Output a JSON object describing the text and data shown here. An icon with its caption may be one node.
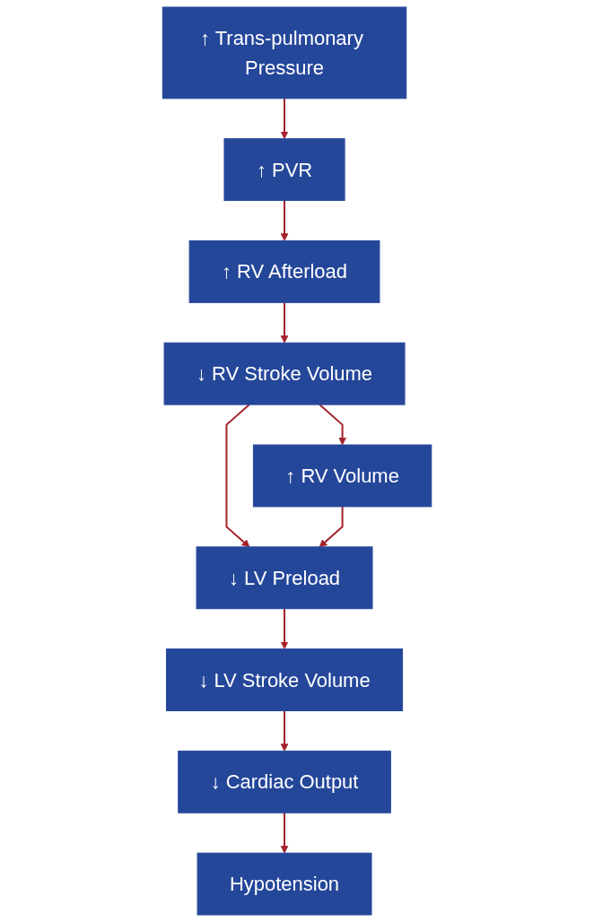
{
  "diagram": {
    "nodes": [
      {
        "text": [
          "↑ Trans-pulmonary Pressure"
        ]
      },
      {
        "text": [
          "↑ PVR"
        ]
      },
      {
        "text": [
          "↑ RV Afterload"
        ]
      },
      {
        "text": [
          "↓ RV Stroke Volume"
        ]
      },
      {
        "text": [
          "↑ RV Volume"
        ]
      },
      {
        "text": [
          "↓ LV Preload"
        ]
      },
      {
        "text": [
          "↓ LV Stroke Volume"
        ]
      },
      {
        "text": [
          "↓ Cardiac Output"
        ]
      },
      {
        "text": [
          "Hypotension"
        ]
      }
    ],
    "edges": [
      {
        "from": 0,
        "to": 1,
        "arrow": "to"
      },
      {
        "from": 1,
        "to": 2,
        "arrow": "to"
      },
      {
        "from": 2,
        "to": 3,
        "arrow": "to"
      },
      {
        "from": 3,
        "to": 5,
        "arrow": "to"
      },
      {
        "from": 3,
        "to": 4,
        "arrow": "to"
      },
      {
        "from": 4,
        "to": 5,
        "arrow": "to"
      },
      {
        "from": 5,
        "to": 6,
        "arrow": "to"
      },
      {
        "from": 6,
        "to": 7,
        "arrow": "to"
      },
      {
        "from": 7,
        "to": 8,
        "arrow": "to"
      }
    ]
  }
}
